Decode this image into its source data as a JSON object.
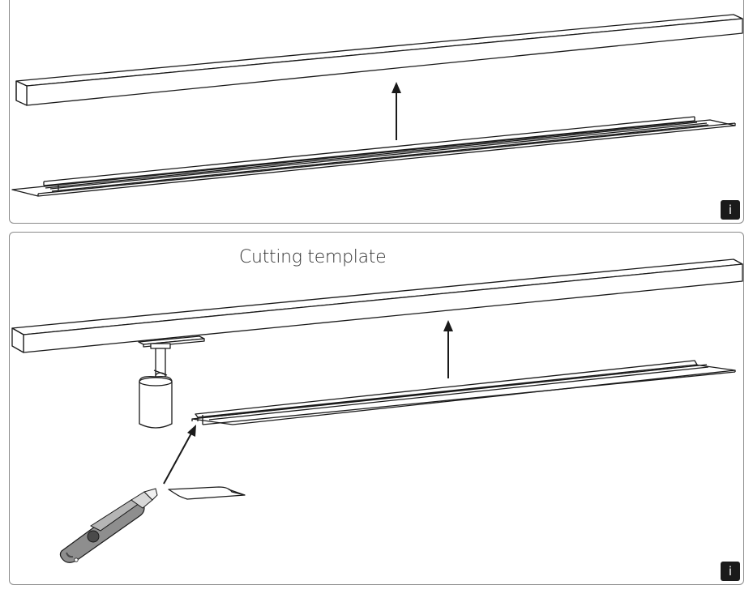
{
  "panels": [
    {
      "id": "step-remove-cover",
      "info_badge": "i"
    },
    {
      "id": "step-install-track",
      "info_badge": "i",
      "callout": "Cutting template"
    }
  ],
  "colors": {
    "stroke": "#1a1a1a",
    "panel_border": "#8a8a8a",
    "badge_bg": "#1a1a1a",
    "knife_grey": "#8e8e8e",
    "knife_dark": "#4a4a4a"
  },
  "icons": [
    "arrow-up-icon",
    "info-icon",
    "utility-knife-icon",
    "spotlight-icon"
  ]
}
